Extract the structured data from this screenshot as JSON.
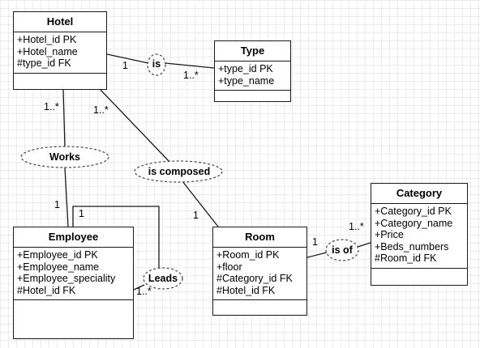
{
  "entities": {
    "hotel": {
      "name": "Hotel",
      "attributes": [
        "+Hotel_id PK",
        "+Hotel_name",
        "#type_id FK"
      ]
    },
    "type": {
      "name": "Type",
      "attributes": [
        "+type_id PK",
        "+type_name"
      ]
    },
    "employee": {
      "name": "Employee",
      "attributes": [
        "+Employee_id PK",
        "+Employee_name",
        "+Employee_speciality",
        "#Hotel_id FK"
      ]
    },
    "room": {
      "name": "Room",
      "attributes": [
        "+Room_id PK",
        "+floor",
        "#Category_id FK",
        "#Hotel_id FK"
      ]
    },
    "category": {
      "name": "Category",
      "attributes": [
        "+Category_id PK",
        "+Category_name",
        "+Price",
        "+Beds_numbers",
        "#Room_id FK"
      ]
    }
  },
  "relationships": {
    "is": {
      "label": "is",
      "mult_hotel": "1",
      "mult_type": "1..*"
    },
    "works": {
      "label": "Works",
      "mult_hotel": "1..*",
      "mult_employee": "1"
    },
    "is_composed": {
      "label": "is composed",
      "mult_hotel": "1..*",
      "mult_room": "1"
    },
    "is_of": {
      "label": "is of",
      "mult_room": "1",
      "mult_category": "1..*"
    },
    "leads": {
      "label": "Leads",
      "mult_top": "1",
      "mult_bottom": "1..*"
    }
  }
}
